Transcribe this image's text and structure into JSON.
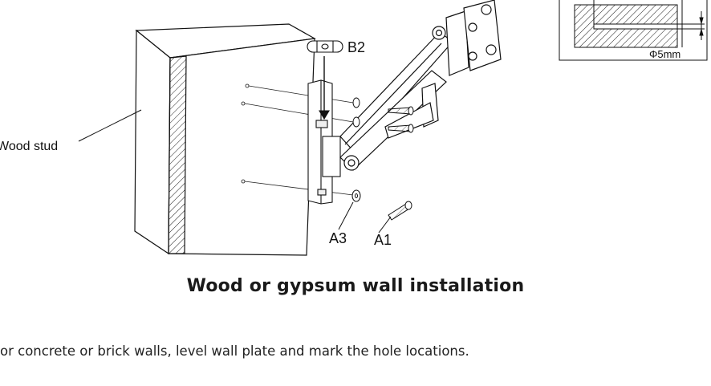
{
  "diagram": {
    "label_wood_stud": "Wood stud",
    "label_b2": "B2",
    "label_a3": "A3",
    "label_a1": "A1",
    "label_hole_size": "Φ5mm"
  },
  "section": {
    "heading": "Wood or gypsum wall installation",
    "instruction": "or concrete or brick walls, level wall plate and mark the hole locations."
  }
}
